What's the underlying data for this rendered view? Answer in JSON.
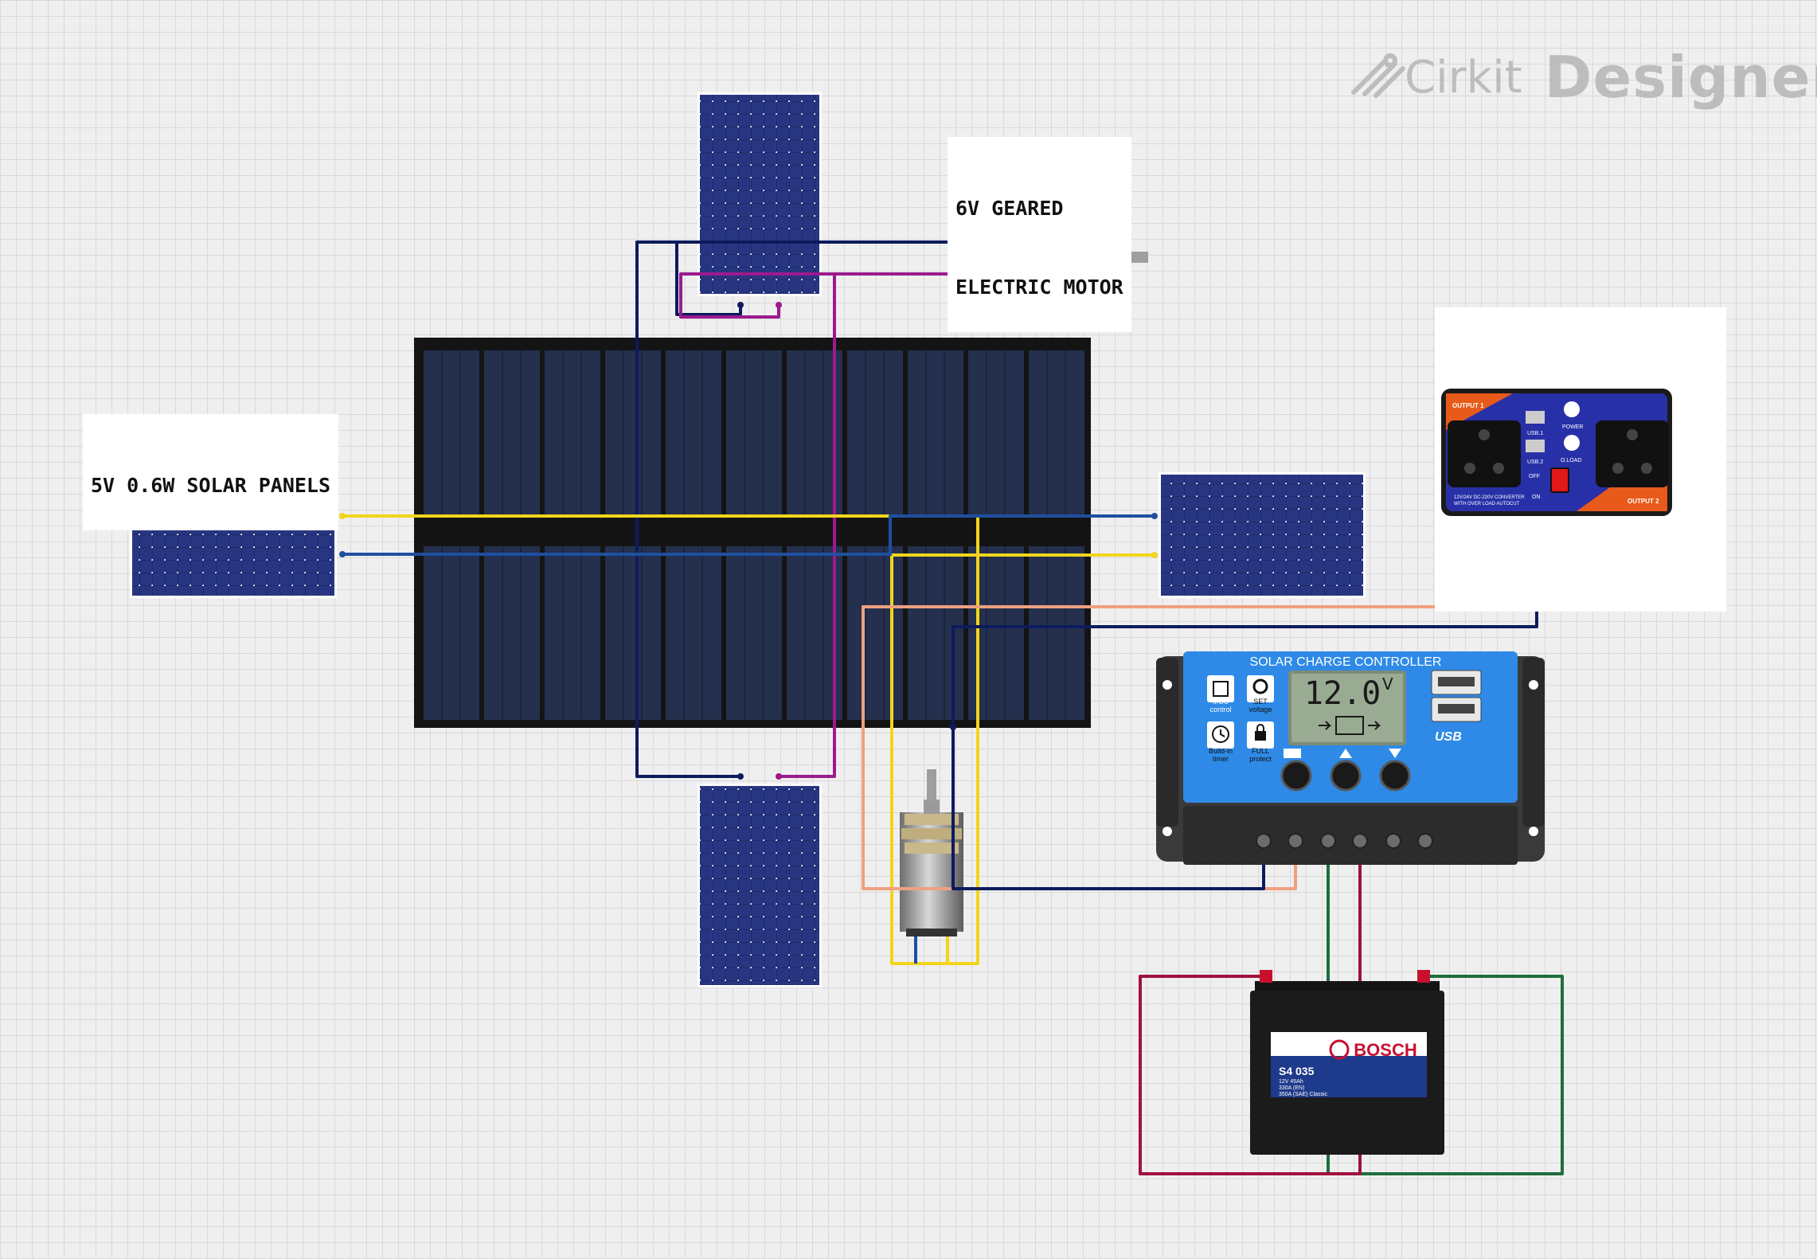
{
  "app": {
    "brand_first": "Cirkit",
    "brand_second": "Designer",
    "logo_icon": "cirkit-logo-icon"
  },
  "labels": {
    "motor_label_line1": "6V GEARED",
    "motor_label_line2": "ELECTRIC MOTOR",
    "solar_label": "5V 0.6W SOLAR PANELS"
  },
  "charge_controller": {
    "title": "SOLAR CHARGE CONTROLLER",
    "lcd_value": "12.0",
    "lcd_unit": "V",
    "mcu_line1": "MCU",
    "mcu_line2": "control",
    "set_line1": "SET",
    "set_line2": "voltage",
    "timer_line1": "Build-in",
    "timer_line2": "timer",
    "full_line1": "FULL",
    "full_line2": "protect",
    "usb_label": "USB"
  },
  "inverter": {
    "output1": "OUTPUT 1",
    "output2": "OUTPUT 2",
    "usb1": "USB.1",
    "usb2": "USB.2",
    "power": "POWER",
    "oload": "O.LOAD",
    "off": "OFF",
    "on": "ON",
    "model_line1": "12V/24V DC-220V CONVERTER",
    "model_line2": "WITH OVER LOAD AUTOCUT"
  },
  "battery": {
    "brand": "BOSCH",
    "model": "S4 035",
    "spec_line1": "12V  45Ah",
    "spec_line2": "330A (EN)",
    "spec_line3": "350A (SAE)  Classic"
  },
  "colors": {
    "wire_navy": "#0d1b5e",
    "wire_magenta": "#9c1a8e",
    "wire_yellow": "#f2d51c",
    "wire_blue": "#1f4fa0",
    "wire_salmon": "#f0a080",
    "wire_green": "#1f6e3e",
    "wire_crimson": "#a0123e",
    "panel_blue": "#1f2a6e",
    "controller_blue": "#2e8ae6"
  }
}
